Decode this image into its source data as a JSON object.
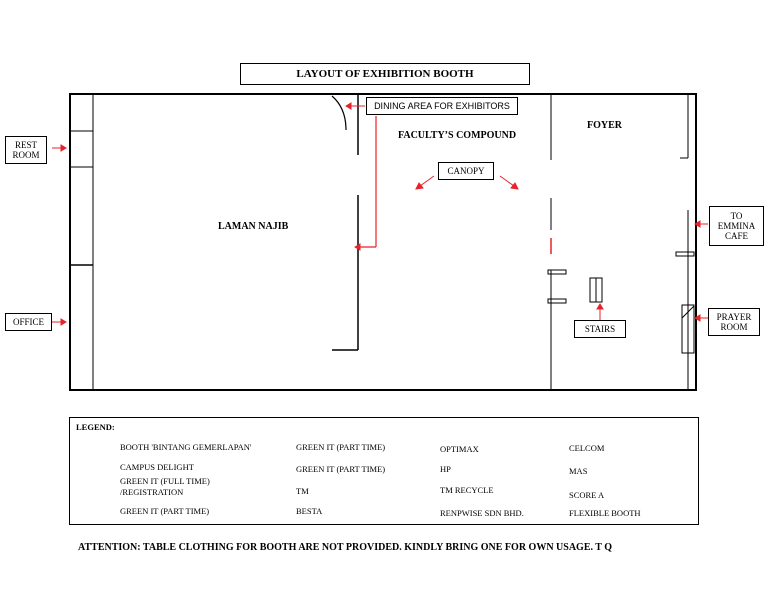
{
  "title": "LAYOUT OF EXHIBITION BOOTH",
  "areas": {
    "laman_najib": "LAMAN NAJIB",
    "faculty_compound": "FACULTY’S COMPOUND",
    "foyer": "FOYER"
  },
  "callouts": {
    "dining": "DINING AREA FOR EXHIBITORS",
    "canopy": "CANOPY",
    "stairs": "STAIRS",
    "rest_room": "REST ROOM",
    "office": "OFFICE",
    "emmina": "TO EMMINA CAFE",
    "prayer": "PRAYER ROOM"
  },
  "legend": {
    "heading": "LEGEND",
    "items": [
      "BOOTH 'BINTANG GEMERLAPAN'",
      "CAMPUS DELIGHT",
      "GREEN IT (FULL TIME) /REGISTRATION",
      "GREEN IT (PART TIME)",
      "GREEN IT (PART TIME)",
      "GREEN IT (PART TIME)",
      "TM",
      "BESTA",
      "OPTIMAX",
      "HP",
      "TM RECYCLE",
      "RENPWISE SDN BHD.",
      "CELCOM",
      "MAS",
      "SCORE A",
      "FLEXIBLE BOOTH"
    ]
  },
  "attention": "ATTENTION:  TABLE CLOTHING FOR BOOTH ARE NOT PROVIDED.  KINDLY BRING ONE FOR OWN USAGE.  T Q",
  "colors": {
    "arrow": "#e8222a",
    "line": "#000000"
  }
}
